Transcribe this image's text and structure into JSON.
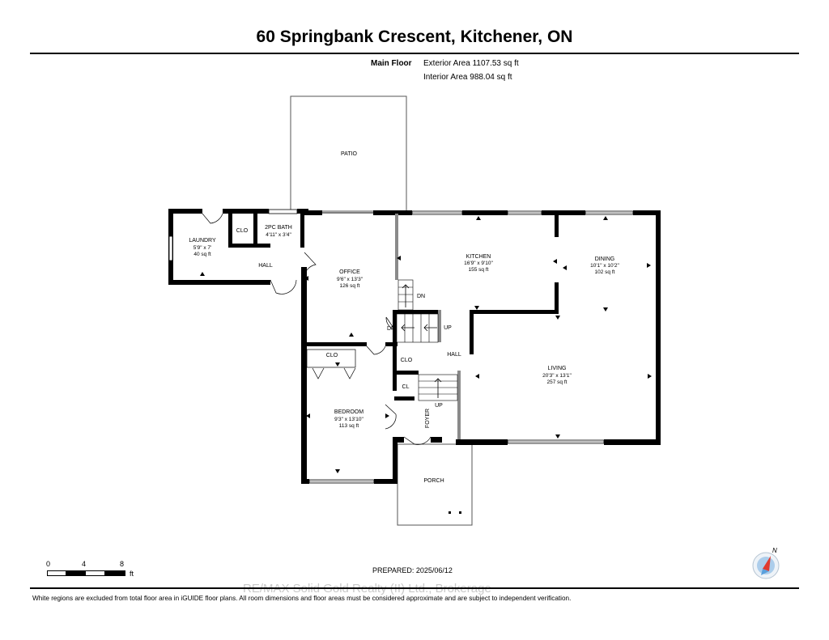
{
  "header": {
    "title": "60 Springbank Crescent, Kitchener, ON",
    "floor_label": "Main Floor",
    "exterior_area": "Exterior Area 1107.53 sq ft",
    "interior_area": "Interior Area 988.04 sq ft"
  },
  "rooms": {
    "patio": "PATIO",
    "laundry": "LAUNDRY",
    "laundry_dim": "5'9\" x 7'",
    "laundry_area": "40 sq ft",
    "clo1": "CLO",
    "bath": "2PC BATH",
    "bath_dim": "4'11\" x 3'4\"",
    "hall1": "HALL",
    "office": "OFFICE",
    "office_dim": "9'6\" x 13'3\"",
    "office_area": "126 sq ft",
    "kitchen": "KITCHEN",
    "kitchen_dim": "16'9\" x 9'10\"",
    "kitchen_area": "155 sq ft",
    "dining": "DINING",
    "dining_dim": "10'1\" x 10'2\"",
    "dining_area": "102 sq ft",
    "dn1": "DN",
    "dn2": "DN",
    "up1": "UP",
    "clo2": "CLO",
    "clo3": "CLO",
    "hall2": "HALL",
    "living": "LIVING",
    "living_dim": "20'3\" x 13'1\"",
    "living_area": "257 sq ft",
    "cl": "CL",
    "up2": "UP",
    "foyer": "FOYER",
    "bedroom": "BEDROOM",
    "bedroom_dim": "9'3\" x 13'10\"",
    "bedroom_area": "113 sq ft",
    "porch": "PORCH"
  },
  "scale": {
    "zero": "0",
    "four": "4",
    "eight": "8",
    "unit": "ft"
  },
  "compass": {
    "north": "N"
  },
  "footer": {
    "prepared": "PREPARED: 2025/06/12",
    "brokerage": "RE/MAX Solid Gold Realty (II) Ltd., Brokerage",
    "disclaimer": "White regions are excluded from total floor area in iGUIDE floor plans. All room dimensions and floor areas must be considered approximate and are subject to independent verification."
  },
  "colors": {
    "wall": "#000000",
    "accent": "#e03a2f",
    "compass_blue": "#5aa0dc",
    "stair": "#888888"
  }
}
